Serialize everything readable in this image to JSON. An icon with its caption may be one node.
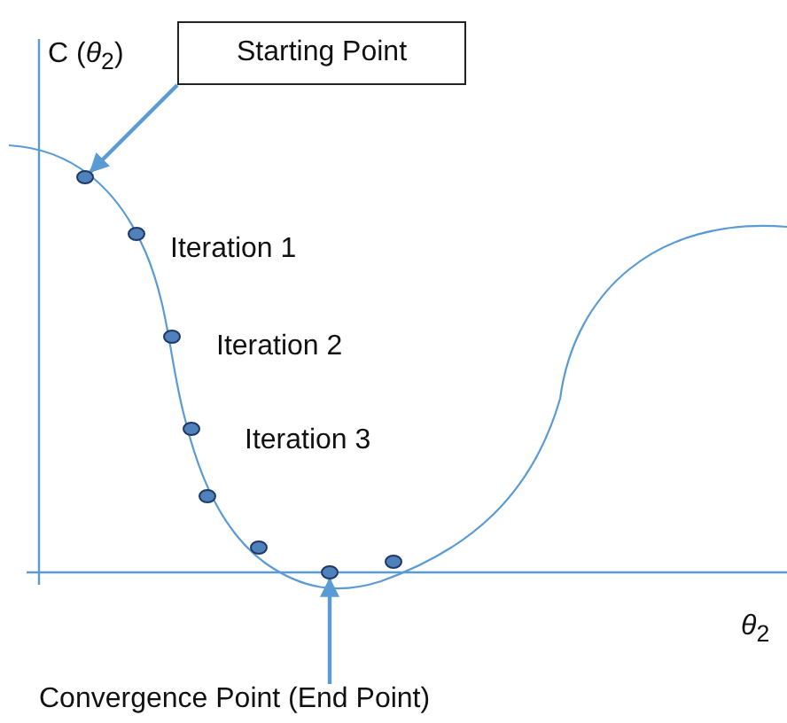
{
  "diagram": {
    "nodes": [
      {
        "text": [
          "Starting Point"
        ]
      },
      {
        "text": [
          "Convergence Point (End Point)"
        ]
      },
      {
        "text": [],
        "shape": "circle"
      },
      {
        "text": [],
        "shape": "circle"
      },
      {
        "text": [],
        "shape": "circle"
      },
      {
        "text": [],
        "shape": "circle"
      },
      {
        "text": [],
        "shape": "circle"
      },
      {
        "text": [],
        "shape": "circle"
      },
      {
        "text": [],
        "shape": "circle"
      },
      {
        "text": [],
        "shape": "circle"
      }
    ],
    "edges": [
      {
        "from": 0,
        "to": 2,
        "arrow": "to"
      },
      {
        "from": 1,
        "to": 8,
        "arrow": "to"
      }
    ],
    "labels": [
      "C (*θ*$_{2}$)",
      "Iteration 1",
      "Iteration 2",
      "Iteration 3",
      "*θ*$_{2}$"
    ]
  }
}
